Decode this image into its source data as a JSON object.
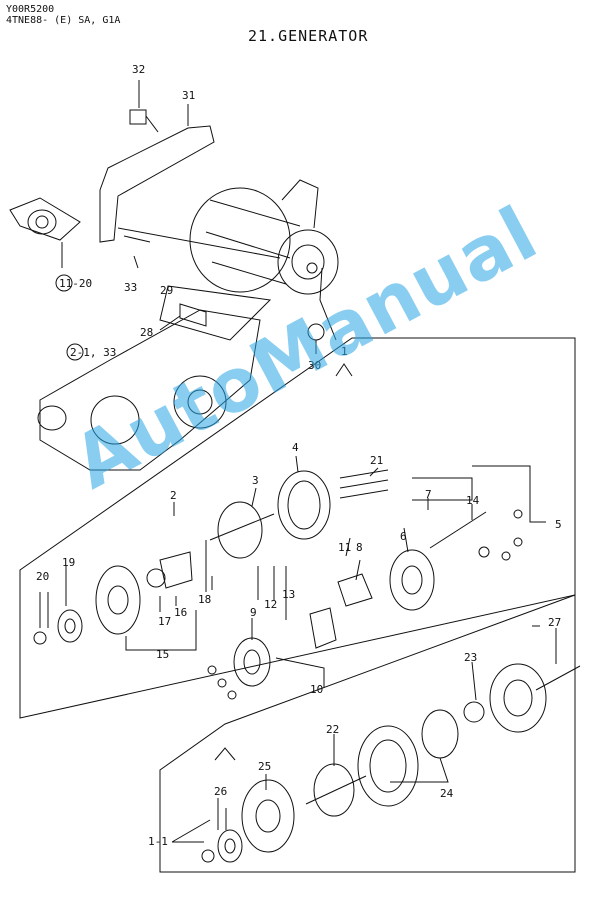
{
  "header": {
    "code": "Y00R5200",
    "model": "4TNE88- (E) SA, G1A",
    "title": "21.GENERATOR"
  },
  "watermark": "AutoManual",
  "callouts": [
    "32",
    "31",
    "11-20",
    "33",
    "29",
    "28",
    "2-1, 33",
    "30",
    "1",
    "4",
    "3",
    "2",
    "21",
    "7",
    "14",
    "6",
    "5",
    "8",
    "11",
    "19",
    "20",
    "9",
    "12",
    "13",
    "18",
    "17",
    "16",
    "15",
    "10",
    "27",
    "23",
    "22",
    "25",
    "26",
    "24",
    "1-1"
  ]
}
